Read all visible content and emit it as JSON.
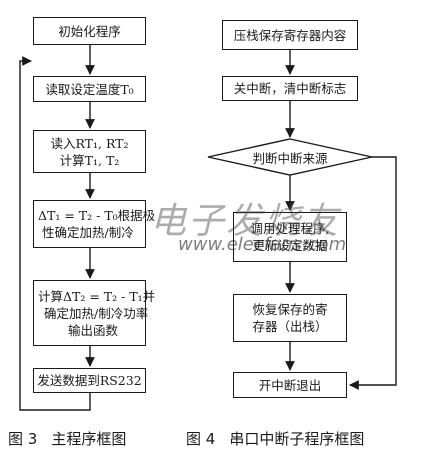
{
  "figure3": {
    "boxes": [
      {
        "lines": [
          "初始化程序"
        ]
      },
      {
        "lines": [
          "读取设定温度T₀"
        ]
      },
      {
        "lines": [
          "读入RT₁, RT₂",
          "计算T₁, T₂"
        ]
      },
      {
        "lines": [
          "ΔT₁ = T₂ - T₀根据极",
          "性确定加热/制冷"
        ]
      },
      {
        "lines": [
          "计算ΔT₂ = T₂ - T₁并",
          "确定加热/制冷功率",
          "输出函数"
        ]
      },
      {
        "lines": [
          "发送数据到RS232"
        ]
      }
    ],
    "caption_num": "图 3",
    "caption_title": "主程序框图"
  },
  "figure4": {
    "boxes": [
      {
        "lines": [
          "压栈保存寄存器内容"
        ]
      },
      {
        "lines": [
          "关中断，清中断标志"
        ]
      },
      {
        "lines": [
          "调用处理程序,",
          "更新设定数据"
        ]
      },
      {
        "lines": [
          "恢复保存的寄",
          "存器（出栈）"
        ]
      },
      {
        "lines": [
          "开中断退出"
        ]
      }
    ],
    "decision": "判断中断来源",
    "caption_num": "图 4",
    "caption_title": "串口中断子程序框图"
  },
  "watermark": {
    "brand": "电子发烧友",
    "url": "www.elecfans.com"
  }
}
